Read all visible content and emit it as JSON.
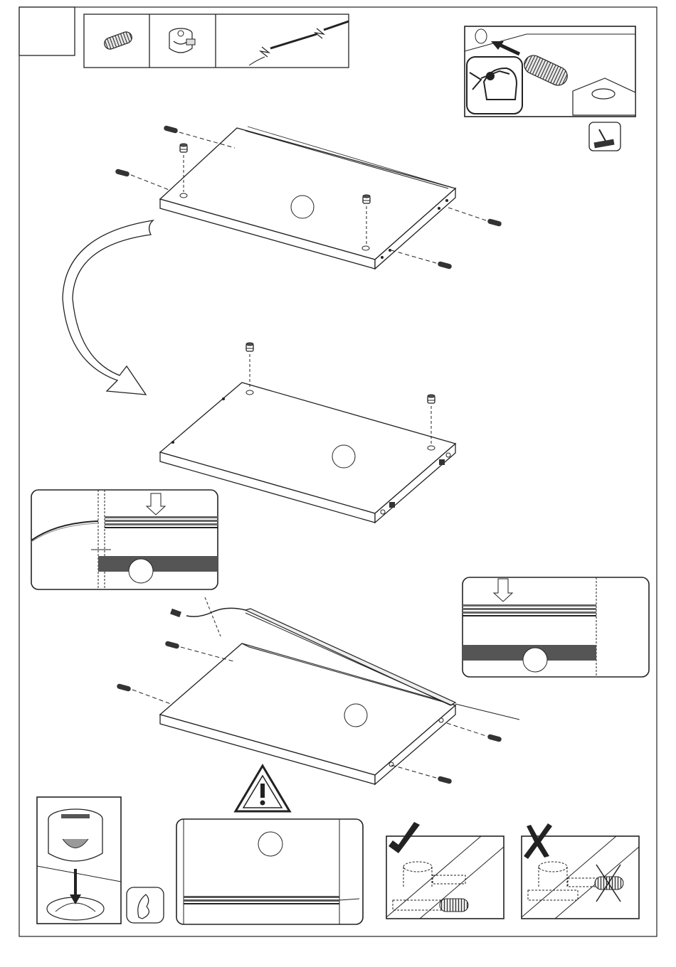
{
  "page": {
    "step_number": "",
    "part_icons": [
      "wooden-dowel",
      "cam-lock",
      "led-light-strip"
    ]
  },
  "panels": {
    "panel_labels": [
      "",
      "",
      "",
      "",
      ""
    ]
  },
  "icons": {
    "hammer": "hammer-icon",
    "safety_glasses": "safety-glasses-icon",
    "warning": "warning-triangle-icon",
    "correct": "checkmark-icon",
    "incorrect": "cross-icon",
    "tool": "tool-icon"
  },
  "colors": {
    "line": "#222222",
    "dark_fill": "#555555",
    "mid_fill": "#9a9a9a"
  }
}
